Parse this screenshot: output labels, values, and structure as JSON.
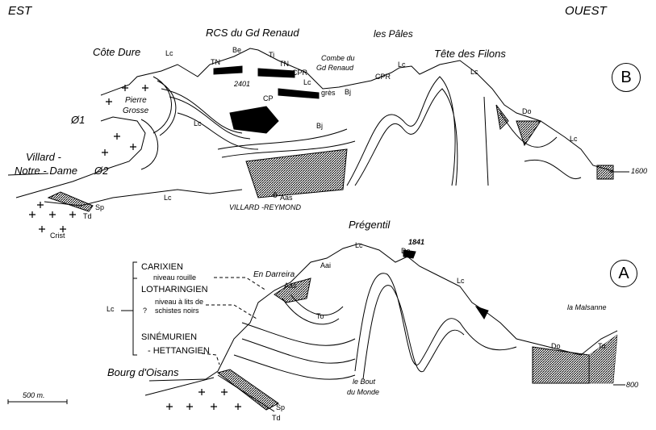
{
  "orientation": {
    "east": "EST",
    "west": "OUEST"
  },
  "section_b": {
    "label": "B",
    "labels": {
      "rcs_gd_renaud": "RCS du Gd Renaud",
      "cote_dure": "Côte Dure",
      "combe_1": "Combe du",
      "combe_2": "Gd Renaud",
      "les_pales": "les Pâles",
      "tete_des_filons": "Tête des Filons",
      "pierre": "Pierre",
      "grosse": "Grosse",
      "villard_1": "Villard -",
      "villard_2": "Notre - Dame",
      "phi1": "Ø1",
      "phi2": "Ø2",
      "villard_reymond": "VILLARD -REYMOND",
      "village_symbol": "ô",
      "altitude_2401": "2401",
      "altitude_1600": "1600"
    },
    "units": {
      "lc_1": "Lc",
      "be": "Be",
      "ti": "Ti",
      "tn_1": "TN",
      "tn_2": "TN",
      "cpr_1": "CPR",
      "lc_2": "Lc",
      "cp": "CP",
      "gres": "grès",
      "bj_1": "Bj",
      "bj_2": "Bj",
      "lc_3": "Lc",
      "cpr_2": "CPR",
      "lc_4": "Lc",
      "do": "Do",
      "lc_5": "Lc",
      "lc_6": "Lc",
      "aas": "Aas",
      "sp": "Sp",
      "td": "Td",
      "crist": "Crist"
    }
  },
  "section_a": {
    "label": "A",
    "labels": {
      "pregentil": "Prégentil",
      "altitude_1841": "1841",
      "en_darreira": "En Darreira",
      "la_malsanne": "la Malsanne",
      "bout_1": "le Bout",
      "bout_2": "du Monde",
      "bourg": "Bourg d'Oisans",
      "altitude_800": "800"
    },
    "units": {
      "lc_1": "Lc",
      "do_1": "Do",
      "lc_2": "Lc",
      "aai": "Aai",
      "aas": "Aas",
      "to_1": "To",
      "do_2": "Do",
      "to_2": "To",
      "sp": "Sp",
      "td": "Td"
    },
    "legend": {
      "lc": "Lc",
      "carixien": "CARIXIEN",
      "niveau_rouille": "niveau rouille",
      "lotharingien": "LOTHARINGIEN",
      "niveau_lits": "niveau à lits de",
      "schistes": "schistes noirs",
      "question": "?",
      "sinemurien": "SINÉMURIEN",
      "hettangien": "- HETTANGIEN"
    }
  },
  "scale": {
    "label": "500 m."
  }
}
